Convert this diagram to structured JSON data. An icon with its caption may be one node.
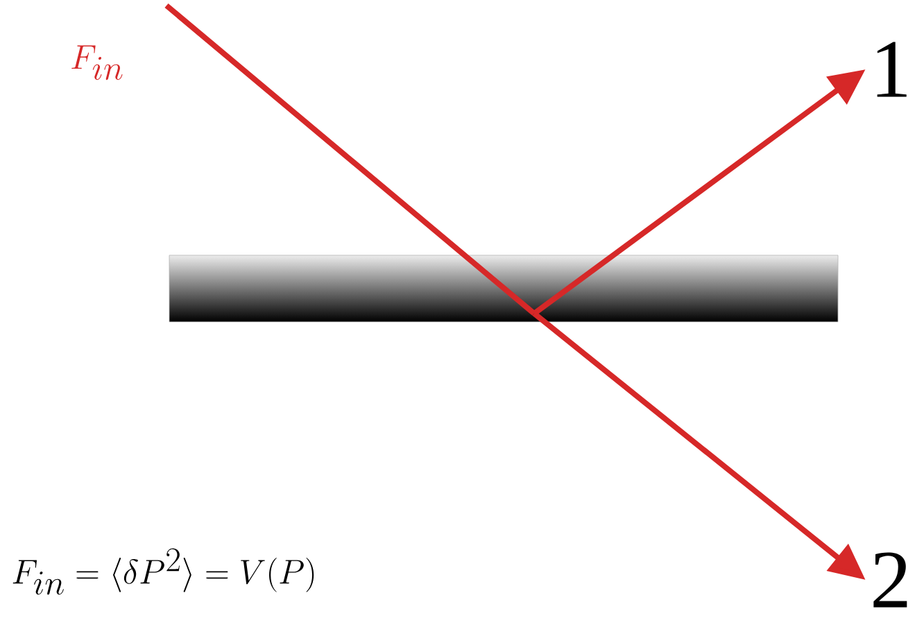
{
  "diagram": {
    "nodes": [
      {
        "text": [],
        "shape": "bar"
      },
      {
        "text": [
          "1"
        ]
      },
      {
        "text": [
          "2"
        ]
      }
    ],
    "edges": [
      {
        "from": null,
        "to": 0,
        "arrow": "none"
      },
      {
        "from": 0,
        "to": 1,
        "arrow": "to"
      },
      {
        "from": 0,
        "to": 2,
        "arrow": "to"
      }
    ],
    "labels": [
      "F_{in}",
      "F_{in} = \\langle \\delta P^2 \\rangle = V(P)"
    ]
  }
}
